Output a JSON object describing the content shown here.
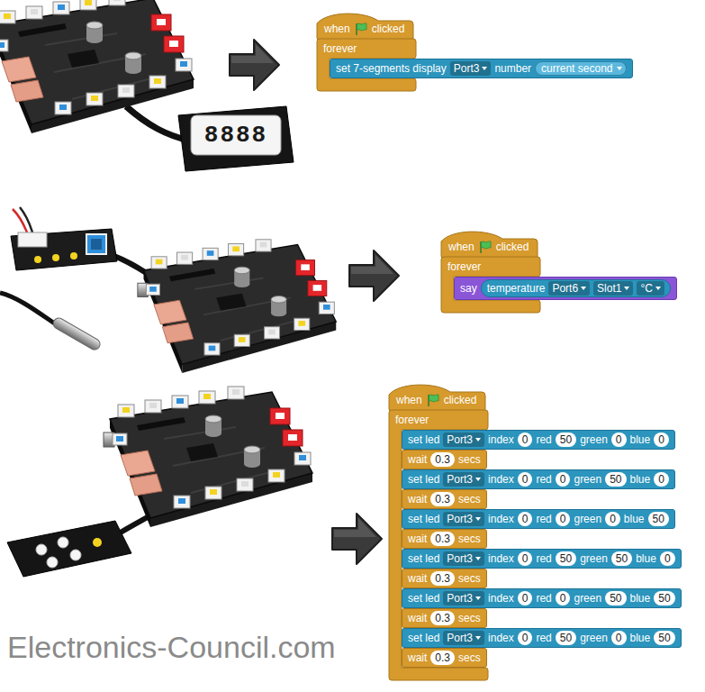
{
  "diagram": {
    "nodes": [
      {
        "text": [
          "when",
          "clicked"
        ]
      },
      {
        "text": [
          "forever"
        ]
      },
      {
        "text": [
          "set 7-segments display",
          "Port3",
          "number",
          "current second"
        ],
        "in": 1
      },
      {
        "text": [
          "when",
          "clicked"
        ]
      },
      {
        "text": [
          "forever"
        ]
      },
      {
        "text": [
          "say",
          "temperature",
          "Port6",
          "Slot1",
          "°C"
        ],
        "in": 4
      },
      {
        "text": [
          "when",
          "clicked"
        ]
      },
      {
        "text": [
          "forever"
        ]
      },
      {
        "text": [
          "set led",
          "Port3",
          "index",
          "0",
          "red",
          "50",
          "green",
          "0",
          "blue",
          "0"
        ],
        "in": 7
      },
      {
        "text": [
          "wait",
          "0.3",
          "secs"
        ],
        "in": 7
      },
      {
        "text": [
          "set led",
          "Port3",
          "index",
          "0",
          "red",
          "0",
          "green",
          "50",
          "blue",
          "0"
        ],
        "in": 7
      },
      {
        "text": [
          "wait",
          "0.3",
          "secs"
        ],
        "in": 7
      },
      {
        "text": [
          "set led",
          "Port3",
          "index",
          "0",
          "red",
          "0",
          "green",
          "0",
          "blue",
          "50"
        ],
        "in": 7
      },
      {
        "text": [
          "wait",
          "0.3",
          "secs"
        ],
        "in": 7
      },
      {
        "text": [
          "set led",
          "Port3",
          "index",
          "0",
          "red",
          "50",
          "green",
          "50",
          "blue",
          "0"
        ],
        "in": 7
      },
      {
        "text": [
          "wait",
          "0.3",
          "secs"
        ],
        "in": 7
      },
      {
        "text": [
          "set led",
          "Port3",
          "index",
          "0",
          "red",
          "0",
          "green",
          "50",
          "blue",
          "50"
        ],
        "in": 7
      },
      {
        "text": [
          "wait",
          "0.3",
          "secs"
        ],
        "in": 7
      },
      {
        "text": [
          "set led",
          "Port3",
          "index",
          "0",
          "red",
          "50",
          "green",
          "0",
          "blue",
          "50"
        ],
        "in": 7
      },
      {
        "text": [
          "wait",
          "0.3",
          "secs"
        ],
        "in": 7
      }
    ],
    "labels": [
      "8888",
      "Electronics-Council.com"
    ]
  }
}
